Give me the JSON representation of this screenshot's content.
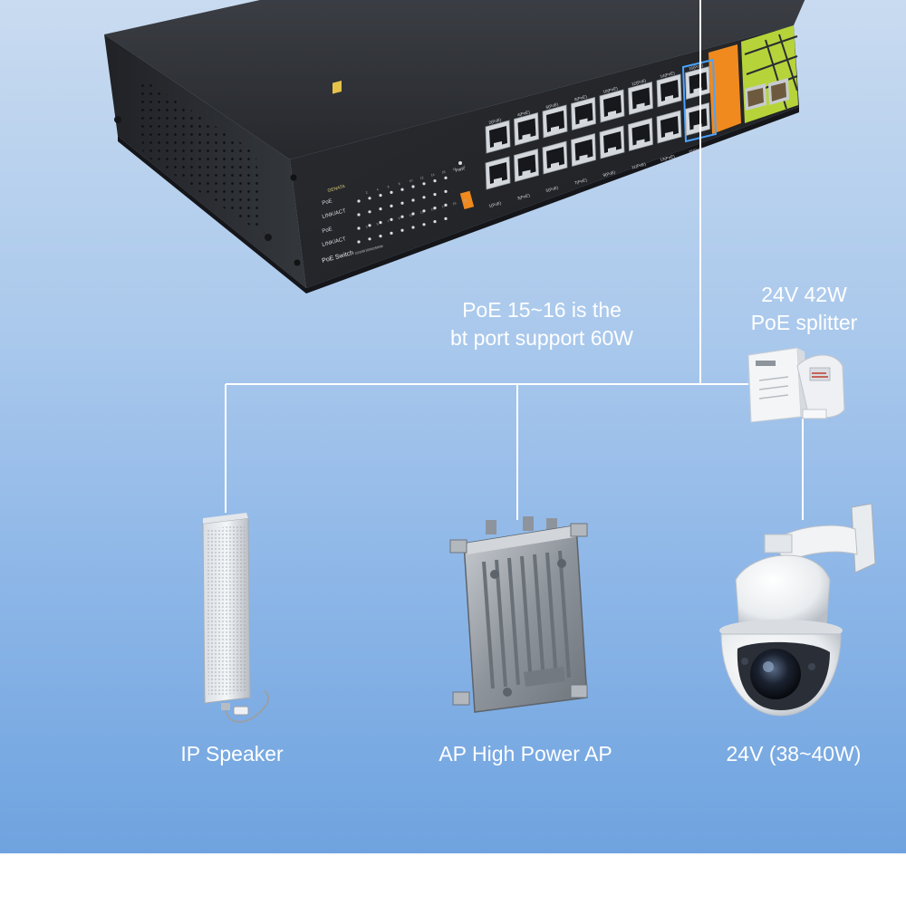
{
  "switch": {
    "brand": "GENATA",
    "front_labels": [
      "PoE",
      "LINK/ACT",
      "PoE",
      "LINK/ACT"
    ],
    "model_text": "PoE Switch",
    "speed_text": "10/100/1000/2500M",
    "pwr_label": "PWR",
    "port_labels_top": [
      "2(PoE)",
      "4(PoE)",
      "6(PoE)",
      "8(PoE)",
      "10(PoE)",
      "12(PoE)",
      "14(PoE)",
      "16(PoE)"
    ],
    "port_labels_bottom": [
      "1(PoE)",
      "3(PoE)",
      "5(PoE)",
      "7(PoE)",
      "9(PoE)",
      "11(PoE)",
      "13(PoE)",
      "15(PoE)"
    ],
    "indicator_numbers": [
      "2",
      "4",
      "6",
      "8",
      "10",
      "12",
      "14",
      "16",
      "18",
      "1",
      "3",
      "5",
      "7",
      "9",
      "11",
      "13",
      "15",
      "17",
      "19",
      "20"
    ]
  },
  "annotations": {
    "bt_port_line1": "PoE 15~16 is the",
    "bt_port_line2": "bt port support 60W",
    "splitter_line1": "24V 42W",
    "splitter_line2": "PoE splitter"
  },
  "devices": {
    "speaker_label": "IP Speaker",
    "ap_label": "AP High Power AP",
    "camera_label": "24V  (38~40W)"
  },
  "colors": {
    "background_top": "#c9dbf0",
    "background_bottom": "#6fa3df",
    "switch_body": "#2b2d31",
    "accent_green": "#b6d43a",
    "accent_orange": "#f08a1e",
    "bt_port_highlight": "#4aa3ff",
    "cable": "#ffffff"
  }
}
